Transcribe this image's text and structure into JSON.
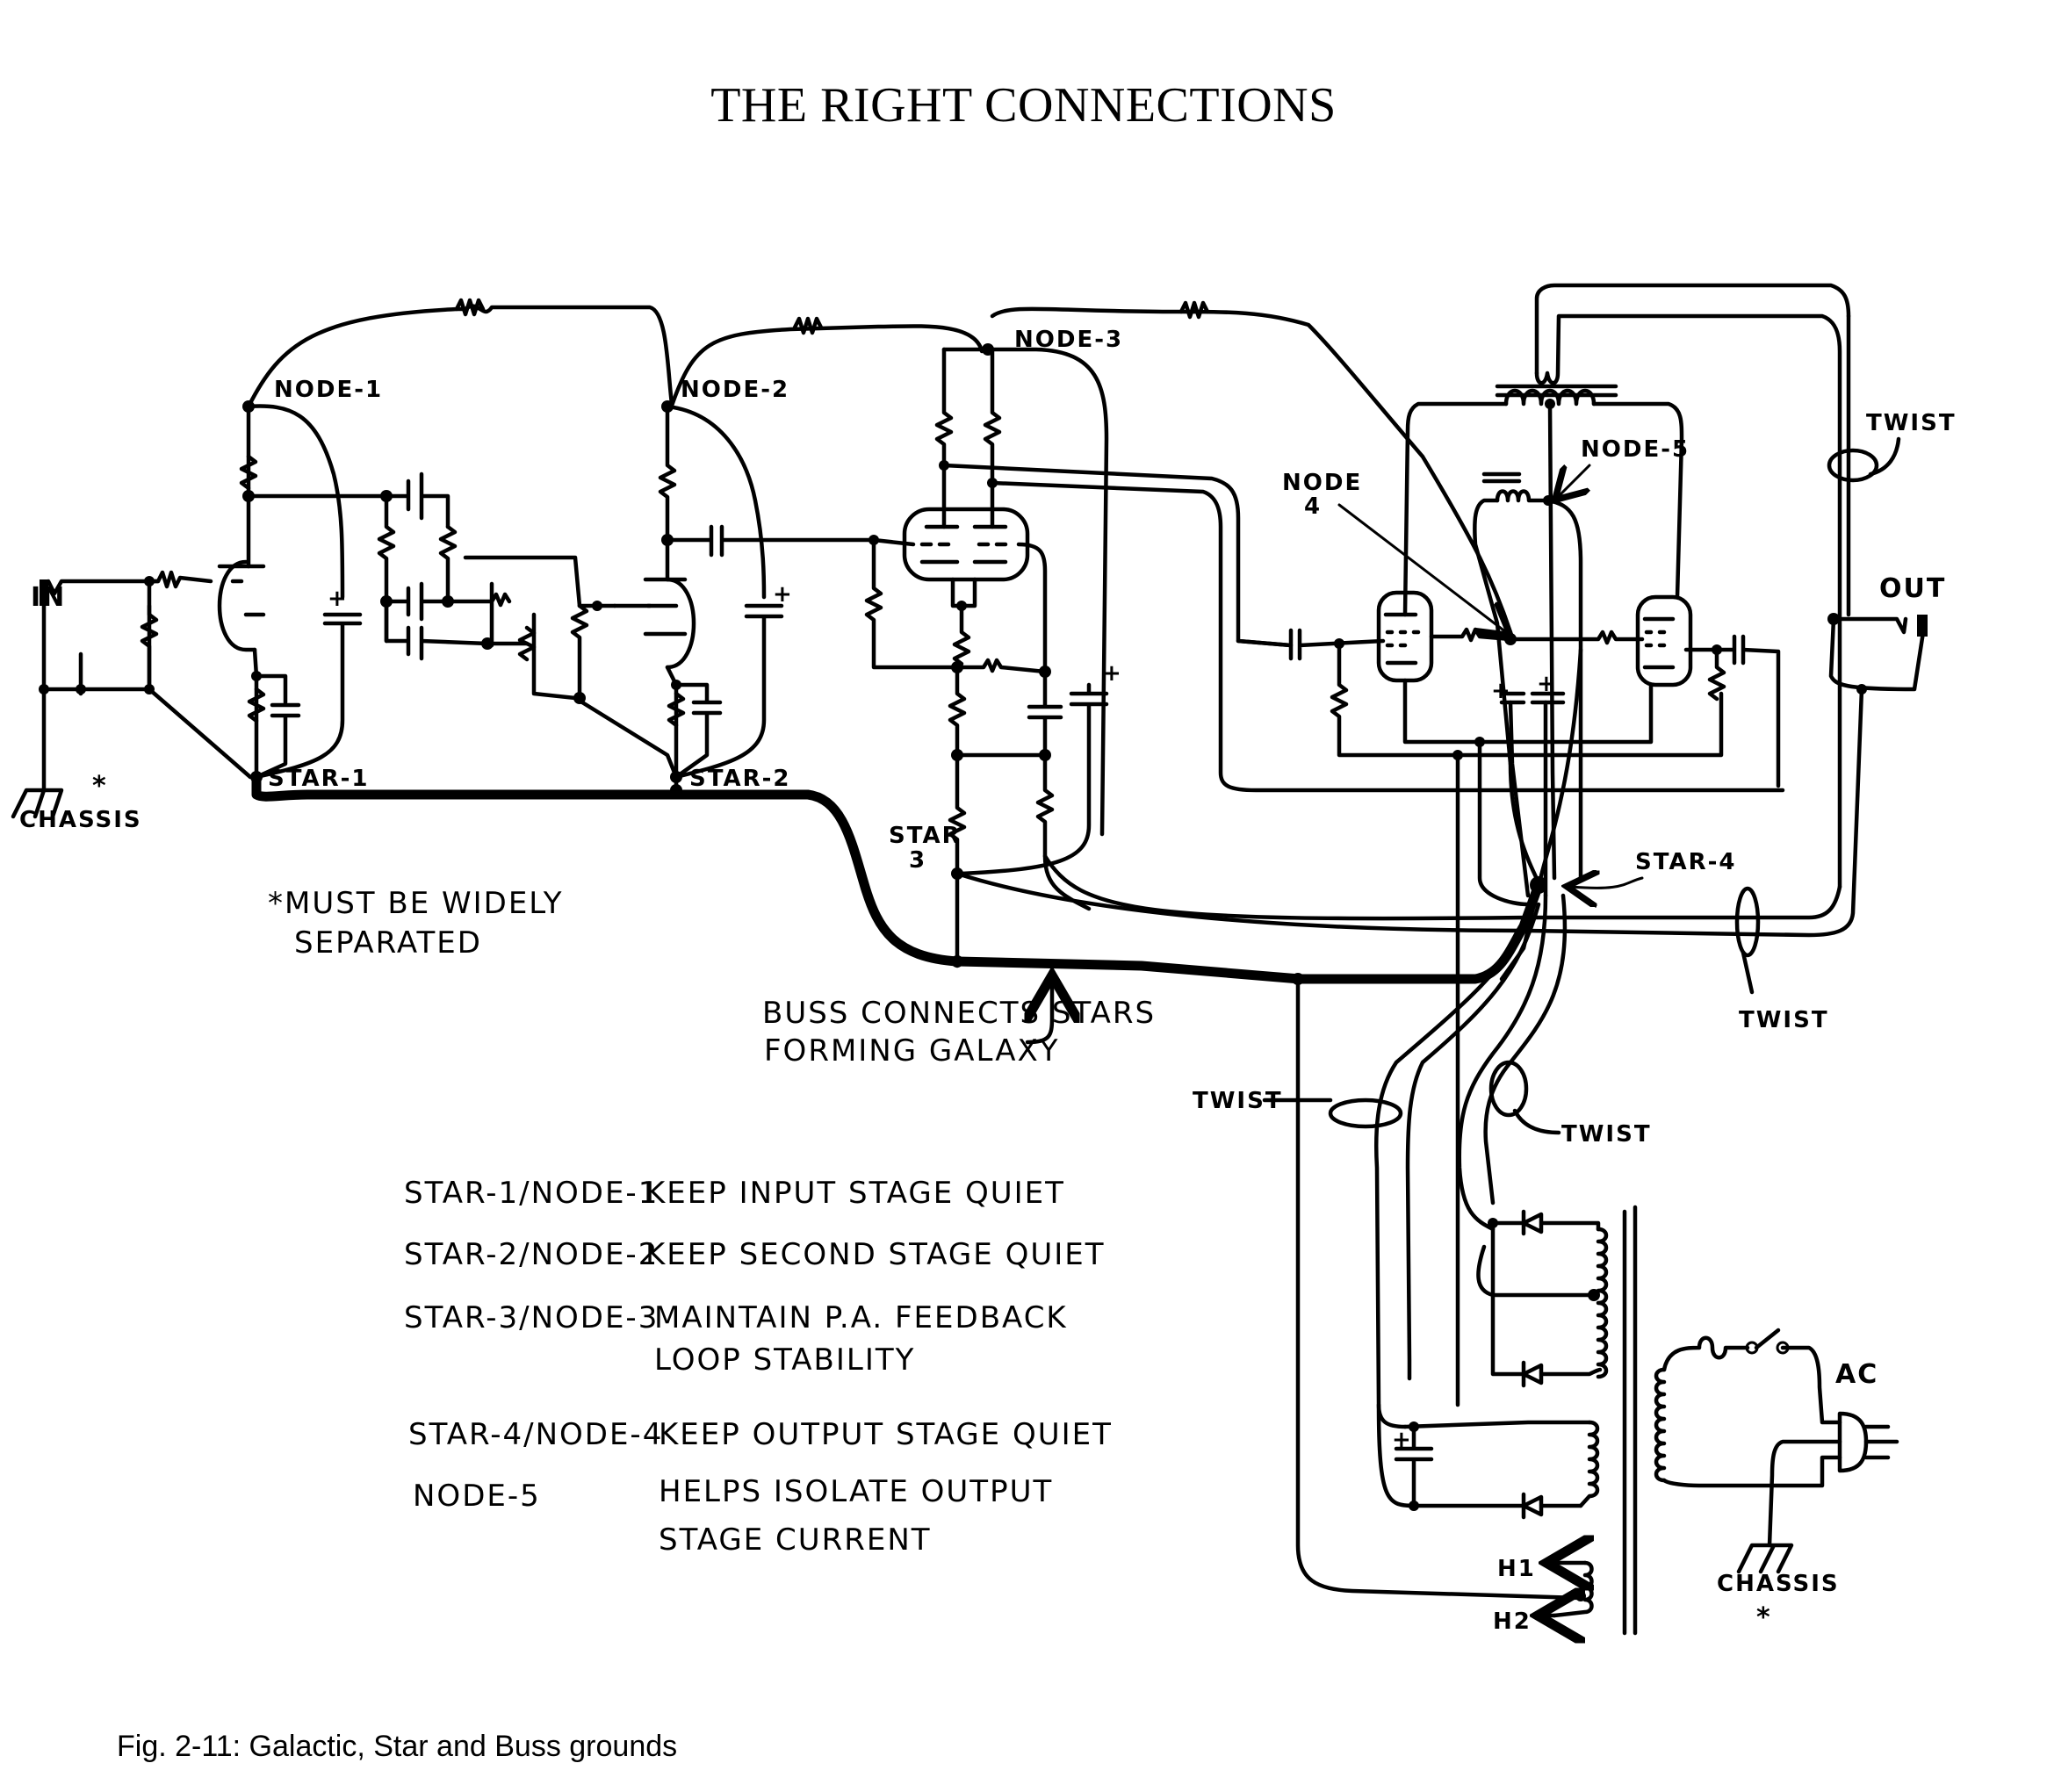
{
  "title": "THE RIGHT CONNECTIONS",
  "caption": "Fig. 2-11: Galactic, Star and Buss grounds",
  "schematic": {
    "labels": {
      "input": "IN",
      "output": "OUT",
      "ac": "AC",
      "chassis_left": "CHASSIS",
      "chassis_right": "CHASSIS",
      "asterisk": "*",
      "node1": "NODE-1",
      "node2": "NODE-2",
      "node3": "NODE-3",
      "node4_line1": "NODE",
      "node4_line2": "4",
      "node5": "NODE-5",
      "star1": "STAR-1",
      "star2": "STAR-2",
      "star3_line1": "STAR",
      "star3_line2": "3",
      "star4": "STAR-4",
      "twist": "TWIST",
      "h1": "H1",
      "h2": "H2",
      "plus": "+"
    },
    "notes": {
      "separation_line1": "*MUST BE WIDELY",
      "separation_line2": "SEPARATED",
      "buss_line1": "BUSS CONNECTS STARS",
      "buss_line2": "FORMING GALAXY"
    },
    "legend": [
      {
        "key": "STAR-1/NODE-1",
        "text": [
          "KEEP INPUT STAGE QUIET"
        ]
      },
      {
        "key": "STAR-2/NODE-2",
        "text": [
          "KEEP SECOND STAGE QUIET"
        ]
      },
      {
        "key": "STAR-3/NODE-3",
        "text": [
          "MAINTAIN P.A. FEEDBACK",
          "LOOP STABILITY"
        ]
      },
      {
        "key": "STAR-4/NODE-4",
        "text": [
          "KEEP OUTPUT STAGE QUIET"
        ]
      },
      {
        "key": "NODE-5",
        "text": [
          "HELPS ISOLATE OUTPUT",
          "STAGE CURRENT"
        ]
      }
    ]
  }
}
